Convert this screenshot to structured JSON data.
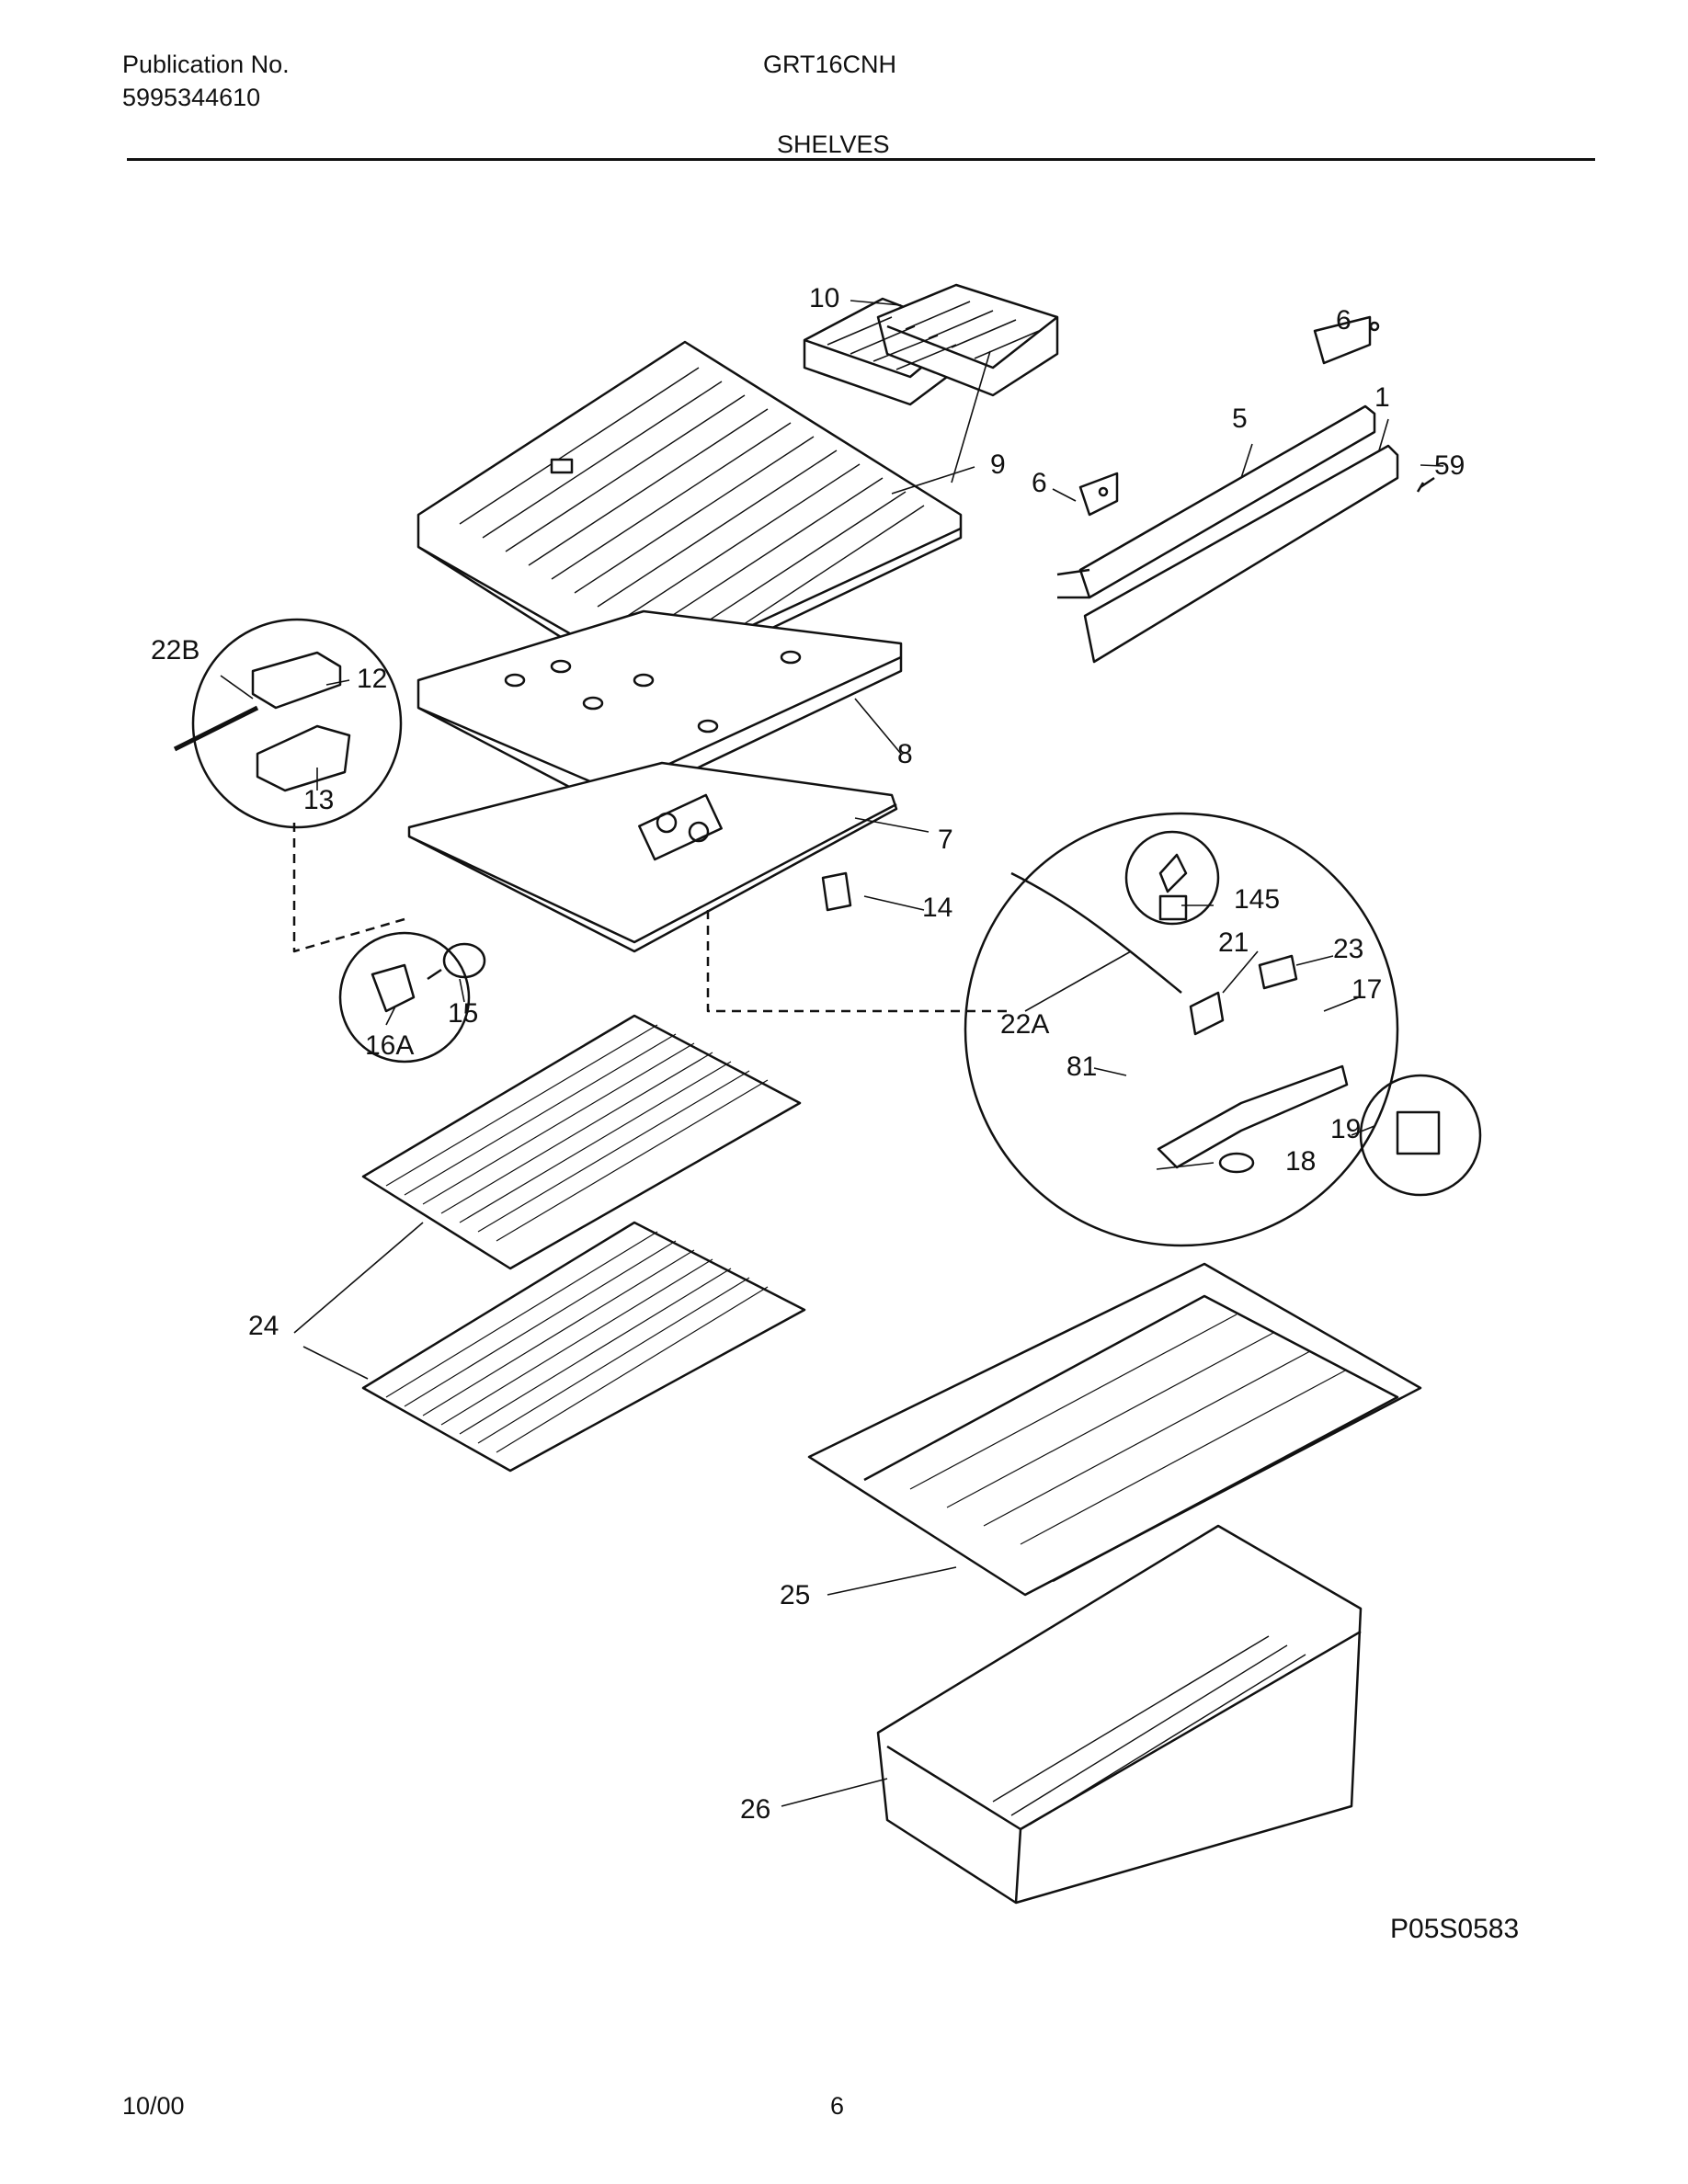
{
  "header": {
    "publication_label": "Publication No.",
    "publication_number": "5995344610",
    "model": "GRT16CNH",
    "section_title": "SHELVES"
  },
  "callouts": {
    "c10": "10",
    "c6a": "6",
    "c6b": "6",
    "c5": "5",
    "c1": "1",
    "c59": "59",
    "c9": "9",
    "c8": "8",
    "c7": "7",
    "c14": "14",
    "c22b": "22B",
    "c12": "12",
    "c13": "13",
    "c15": "15",
    "c16a": "16A",
    "c145": "145",
    "c21": "21",
    "c23": "23",
    "c17": "17",
    "c22a": "22A",
    "c81": "81",
    "c19": "19",
    "c18": "18",
    "c24": "24",
    "c25": "25",
    "c26": "26"
  },
  "figure_code": "P05S0583",
  "footer": {
    "date": "10/00",
    "page": "6"
  }
}
